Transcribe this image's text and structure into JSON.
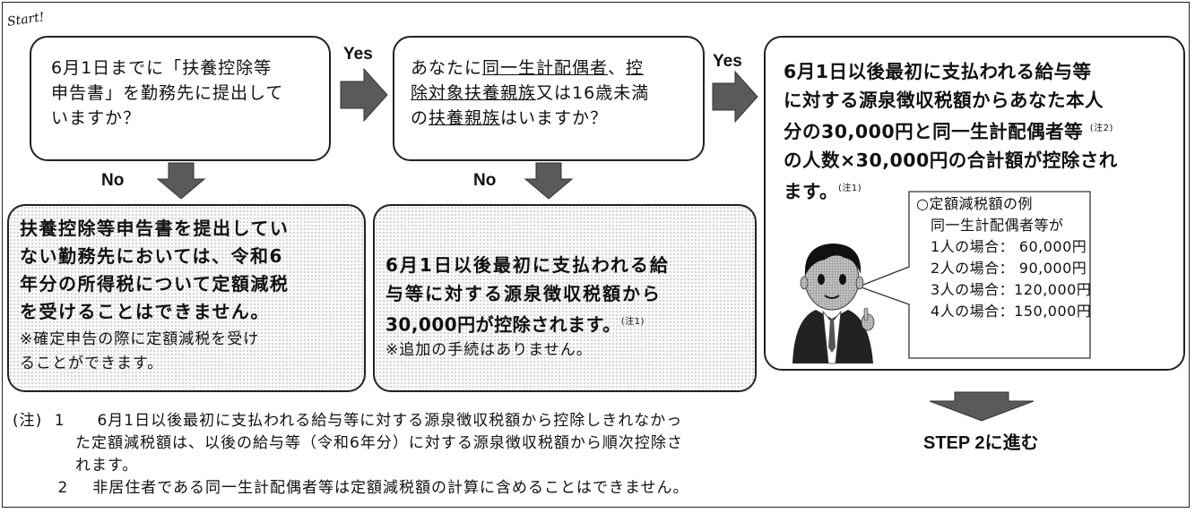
{
  "flow": {
    "start": "Start!",
    "yes": "Yes",
    "no": "No",
    "q1": [
      "6月1日までに「扶養控除等",
      "申告書」を勤務先に提出して",
      "いますか？"
    ],
    "q2": {
      "l1_a": "あなたに",
      "l1_b": "同一生計配偶者",
      "l1_c": "、",
      "l1_d": "控",
      "l2_a": "除対象扶養親族",
      "l2_b": "又は16歳未満",
      "l3_a": "の",
      "l3_b": "扶養親族",
      "l3_c": "はいますか？"
    },
    "result_yes": {
      "l1": "6月1日以後最初に支払われる給与等",
      "l2": "に対する源泉徴収税額からあなた本人",
      "l3": "分の30,000円と同一生計配偶者等",
      "l3_note": "(注2)",
      "l4": "の人数×30,000円の合計額が控除され",
      "l5": "ます。",
      "l5_note": "(注1)"
    },
    "result_no1": {
      "lines": [
        "扶養控除等申告書を提出してい",
        "ない勤務先においては、令和6",
        "年分の所得税について定額減税",
        "を受けることはできません。"
      ],
      "sub": [
        "※確定申告の際に定額減税を受け",
        "ることができます。"
      ]
    },
    "result_no2": {
      "l1": "6月1日以後最初に支払われる給",
      "l2": "与等に対する源泉徴収税額から",
      "l3": "30,000円が控除されます。",
      "l3_note": "(注1)",
      "sub": "※追加の手続はありません。"
    },
    "example": {
      "title": "○定額減税額の例",
      "subtitle": "同一生計配偶者等が",
      "rows": [
        "1人の場合： 60,000円",
        "2人の場合： 90,000円",
        "3人の場合：120,000円",
        "4人の場合：150,000円"
      ]
    },
    "next_step": "STEP 2に進む"
  },
  "notes": {
    "prefix": "(注)",
    "n1_num": "1",
    "n1_lines": [
      "6月1日以後最初に支払われる給与等に対する源泉徴収税額から控除しきれなかっ",
      "た定額減税額は、以後の給与等（令和6年分）に対する源泉徴収税額から順次控除さ",
      "れます。"
    ],
    "n2_num": "2",
    "n2_line": "非居住者である同一生計配偶者等は定額減税額の計算に含めることはできません。"
  },
  "colors": {
    "arrow": "#5a5a5a",
    "border": "#222222"
  }
}
